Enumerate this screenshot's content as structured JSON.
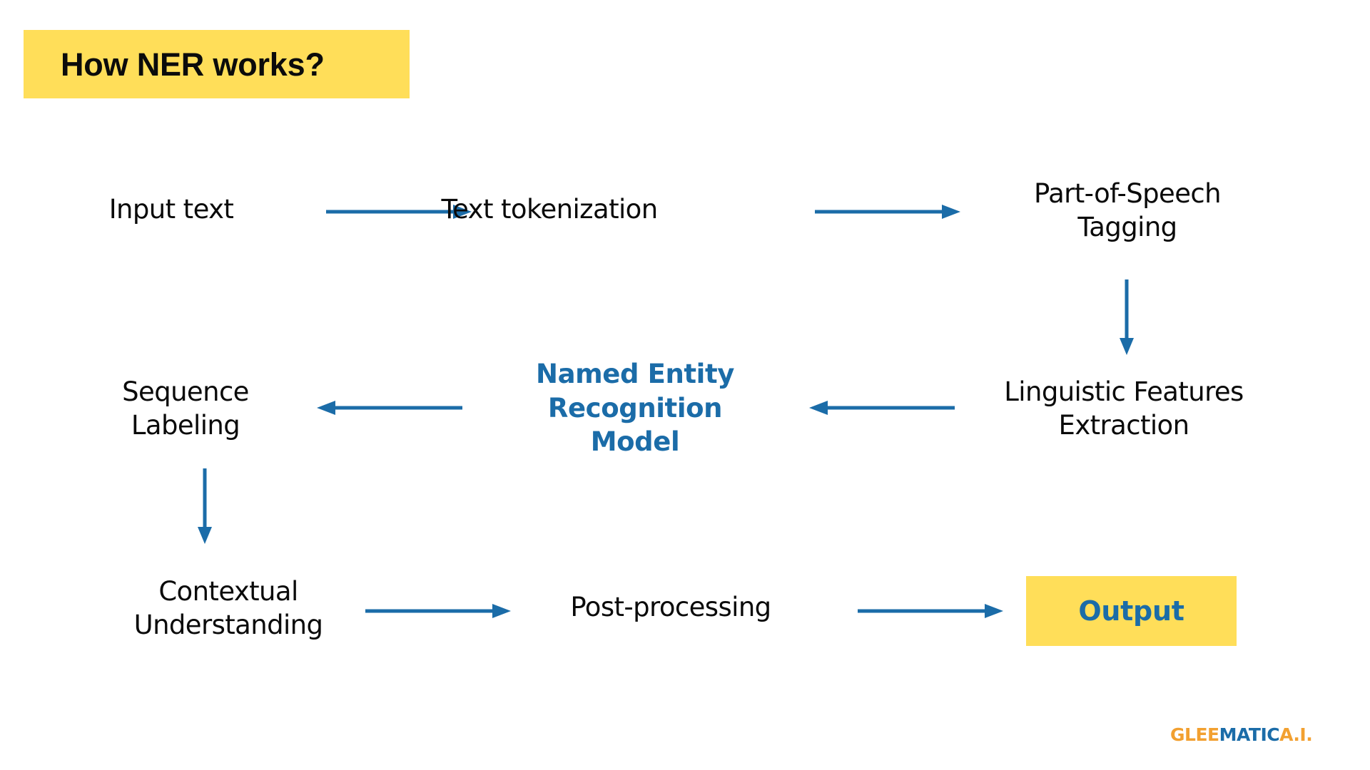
{
  "page": {
    "background": "#ffffff",
    "title": "How NER works?",
    "title_highlight_color": "#FFDE59",
    "title_text_color": "#0b0b0b"
  },
  "palette": {
    "accent_blue": "#1B6CA8",
    "arrow_blue": "#1B6CA8",
    "highlight_yellow": "#FFDE59",
    "logo_orange": "#F2A030",
    "text_black": "#0a0a0a"
  },
  "diagram": {
    "type": "flowchart",
    "nodes": [
      {
        "id": "input-text",
        "label": "Input text",
        "row": 1,
        "col": 1,
        "style": "plain"
      },
      {
        "id": "tokenization",
        "label": "Text tokenization",
        "row": 1,
        "col": 2,
        "style": "plain"
      },
      {
        "id": "pos-tagging",
        "label": "Part-of-Speech\nTagging",
        "row": 1,
        "col": 3,
        "style": "plain"
      },
      {
        "id": "sequence-label",
        "label": "Sequence\nLabeling",
        "row": 2,
        "col": 1,
        "style": "plain"
      },
      {
        "id": "ner-model",
        "label": "Named Entity\nRecognition\nModel",
        "row": 2,
        "col": 2,
        "style": "bold-blue"
      },
      {
        "id": "linguistic",
        "label": "Linguistic Features\nExtraction",
        "row": 2,
        "col": 3,
        "style": "plain"
      },
      {
        "id": "contextual",
        "label": "Contextual\nUnderstanding",
        "row": 3,
        "col": 1,
        "style": "plain"
      },
      {
        "id": "postprocessing",
        "label": "Post-processing",
        "row": 3,
        "col": 2,
        "style": "plain"
      },
      {
        "id": "output",
        "label": "Output",
        "row": 3,
        "col": 3,
        "style": "badge-yellow-blue"
      }
    ],
    "edges": [
      {
        "from": "input-text",
        "to": "tokenization",
        "direction": "right"
      },
      {
        "from": "tokenization",
        "to": "pos-tagging",
        "direction": "right"
      },
      {
        "from": "pos-tagging",
        "to": "linguistic",
        "direction": "down"
      },
      {
        "from": "linguistic",
        "to": "ner-model",
        "direction": "left"
      },
      {
        "from": "ner-model",
        "to": "sequence-label",
        "direction": "left"
      },
      {
        "from": "sequence-label",
        "to": "contextual",
        "direction": "down"
      },
      {
        "from": "contextual",
        "to": "postprocessing",
        "direction": "right"
      },
      {
        "from": "postprocessing",
        "to": "output",
        "direction": "right"
      }
    ]
  },
  "logo": {
    "part1": "GLEE",
    "part2": "MATIC",
    "part3": " A.I."
  }
}
